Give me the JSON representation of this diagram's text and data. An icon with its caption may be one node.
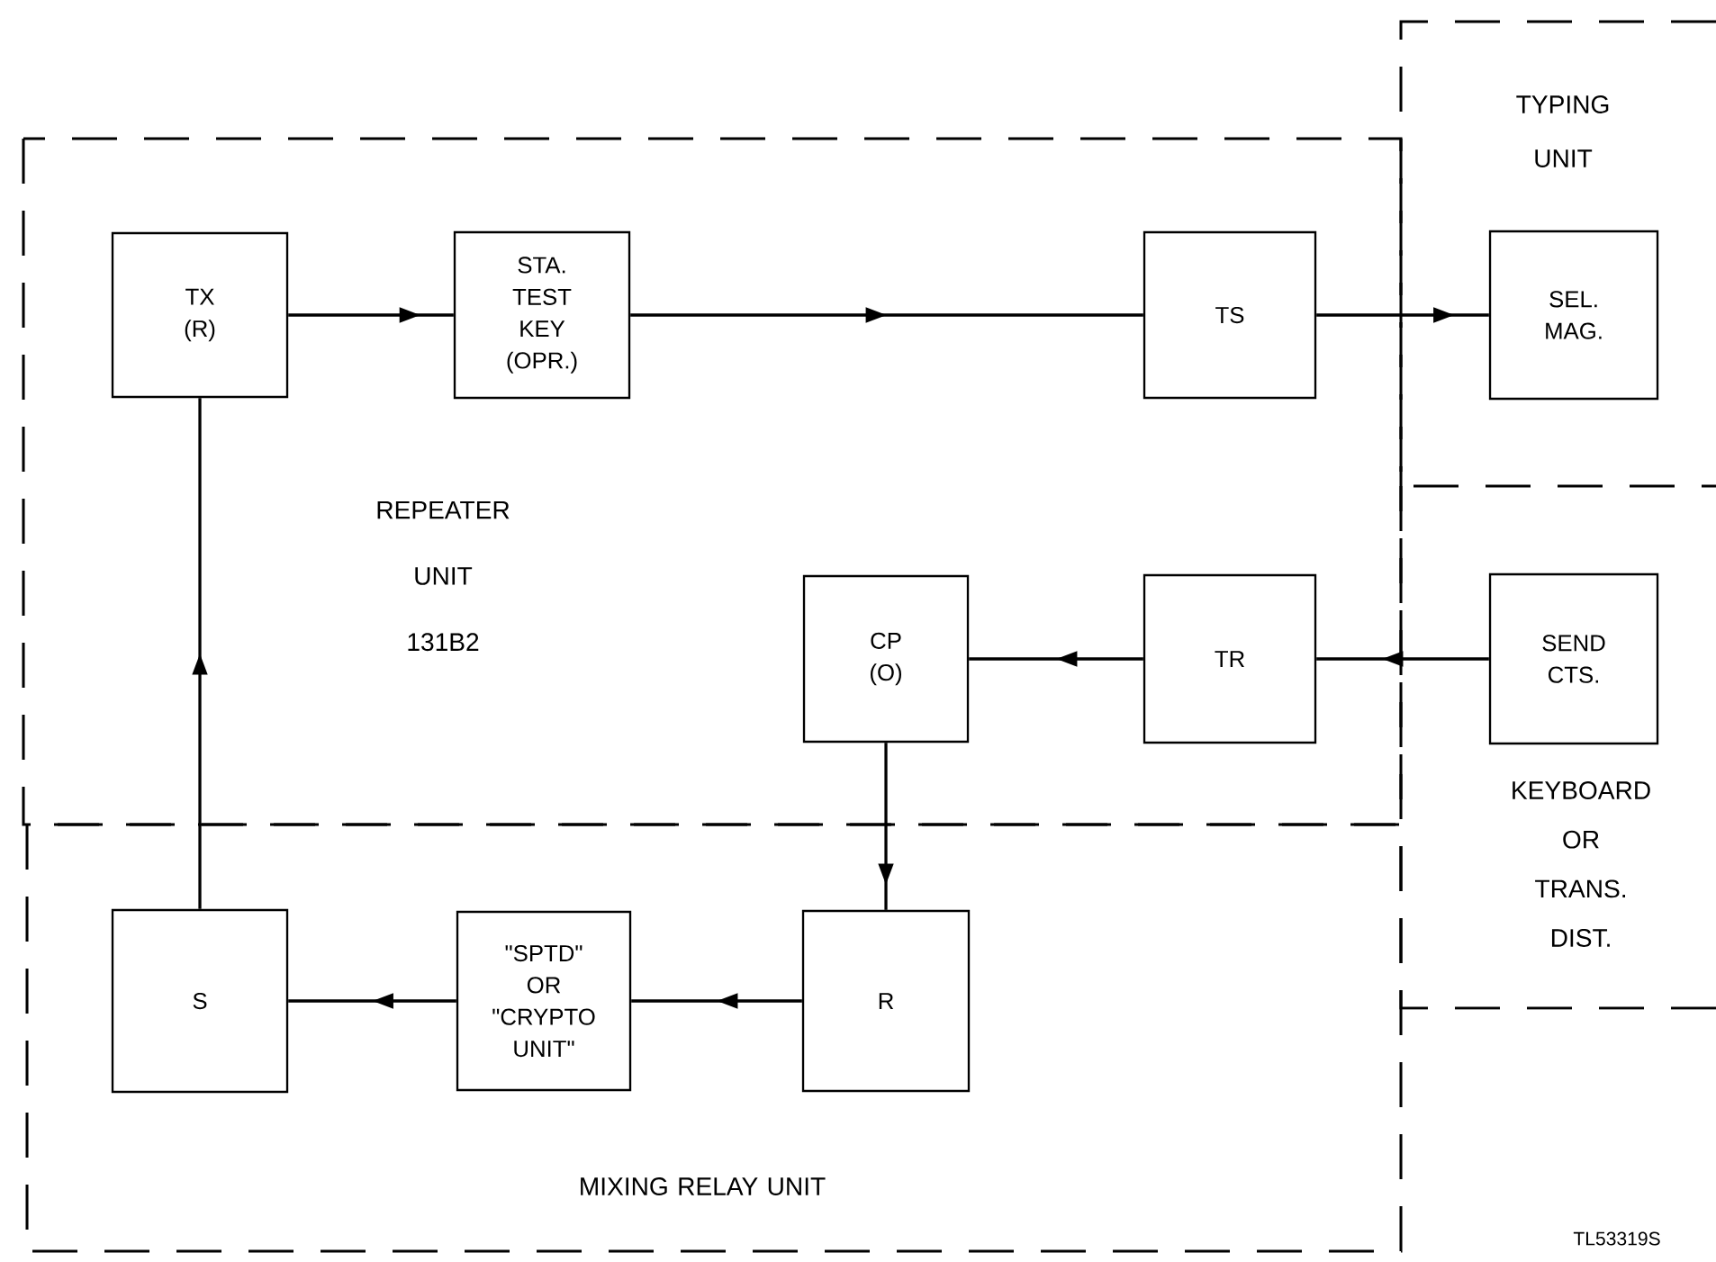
{
  "diagram": {
    "nodes": [
      {
        "text": [
          "REPEATER UNIT 131B2"
        ]
      },
      {
        "text": [
          "TX (R)"
        ],
        "in": 0
      },
      {
        "text": [
          "STA. TEST KEY (OPR.)"
        ],
        "in": 0
      },
      {
        "text": [
          "TS"
        ],
        "in": 0
      },
      {
        "text": [
          "CP (O)"
        ],
        "in": 0
      },
      {
        "text": [
          "TR"
        ],
        "in": 0
      },
      {
        "text": [
          "TYPING UNIT"
        ]
      },
      {
        "text": [
          "SEL. MAG."
        ],
        "in": 6
      },
      {
        "text": [
          "KEYBOARD OR TRANS. DIST."
        ]
      },
      {
        "text": [
          "SEND CTS."
        ],
        "in": 8
      },
      {
        "text": [
          "MIXING RELAY UNIT"
        ]
      },
      {
        "text": [
          "S"
        ],
        "in": 10
      },
      {
        "text": [
          "\"SPTD\" OR \"CRYPTO UNIT\""
        ],
        "in": 10
      },
      {
        "text": [
          "R"
        ],
        "in": 10
      }
    ],
    "edges": [
      {
        "from": 1,
        "to": 2,
        "arrow": "to"
      },
      {
        "from": 2,
        "to": 3,
        "arrow": "to"
      },
      {
        "from": 3,
        "to": 7,
        "arrow": "to"
      },
      {
        "from": 9,
        "to": 5,
        "arrow": "to"
      },
      {
        "from": 5,
        "to": 4,
        "arrow": "to"
      },
      {
        "from": 4,
        "to": 13,
        "arrow": "to"
      },
      {
        "from": 13,
        "to": 12,
        "arrow": "to"
      },
      {
        "from": 12,
        "to": 11,
        "arrow": "to"
      },
      {
        "from": 11,
        "to": 1,
        "arrow": "to"
      }
    ],
    "labels": [
      "TL53319S"
    ]
  }
}
